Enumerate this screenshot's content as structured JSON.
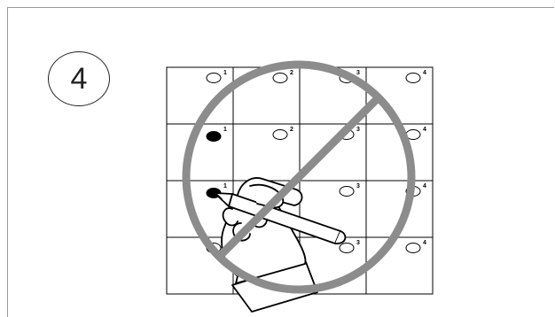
{
  "step": {
    "number": "4"
  },
  "answer_grid": {
    "rows": 4,
    "columns": 4,
    "bubble_labels": [
      "1",
      "2",
      "3",
      "4"
    ],
    "filled_bubbles": [
      {
        "row": 2,
        "column": 1
      },
      {
        "row": 3,
        "column": 1
      }
    ]
  },
  "prohibition_sign": {
    "color": "#8c8c8c"
  },
  "icons": [
    "prohibition-icon",
    "hand-writing-icon",
    "pencil-icon"
  ]
}
